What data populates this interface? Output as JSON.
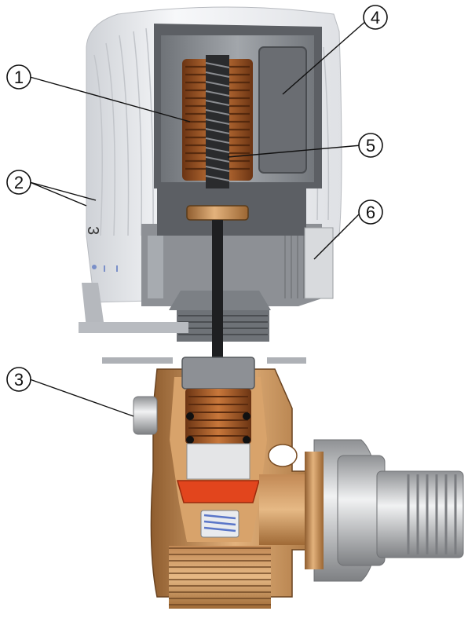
{
  "callouts": [
    {
      "id": 1,
      "label": "1"
    },
    {
      "id": 2,
      "label": "2"
    },
    {
      "id": 3,
      "label": "3"
    },
    {
      "id": 4,
      "label": "4"
    },
    {
      "id": 5,
      "label": "5"
    },
    {
      "id": 6,
      "label": "6"
    }
  ],
  "head_marking": "3",
  "colors": {
    "cap_white": "#f2f3f5",
    "cap_shadow": "#c9ccd1",
    "inner_grey": "#8e9196",
    "dark_grey": "#4c4f54",
    "copper": "#b5652c",
    "brass": "#d3a069",
    "brass_dark": "#9a6a3a",
    "red": "#e2451d",
    "chrome": "#c8c9cb",
    "blue": "#5a76c8"
  }
}
